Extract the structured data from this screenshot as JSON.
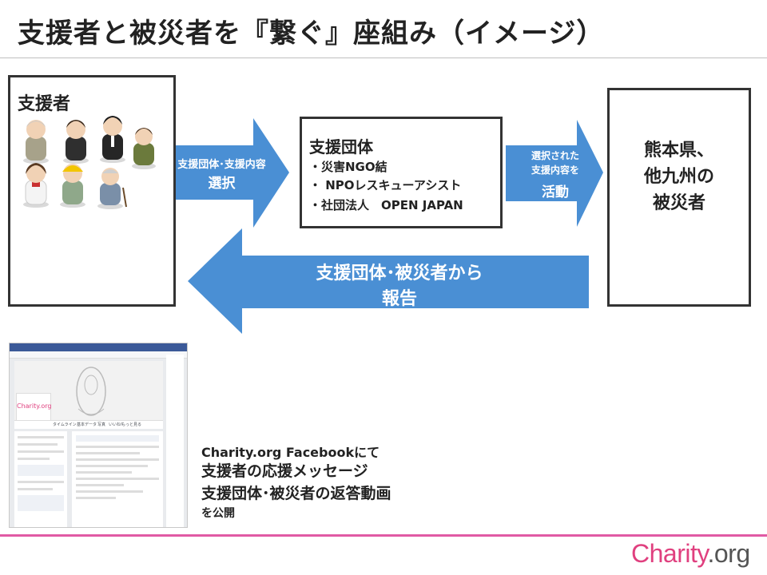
{
  "title": "支援者と被災者を『繋ぐ』座組み（イメージ）",
  "supporters": {
    "label": "支援者"
  },
  "organizations": {
    "title": "支援団体",
    "items": [
      "・災害NGO結",
      "・ NPOレスキューアシスト",
      "・社団法人　OPEN JAPAN"
    ]
  },
  "victims": {
    "lines": [
      "熊本県、",
      "他九州の",
      "被災者"
    ]
  },
  "arrow_select": {
    "line1": "支援団体･支援内容",
    "line2": "選択"
  },
  "arrow_activity": {
    "line1": "選択された",
    "line2": "支援内容を",
    "line3": "活動"
  },
  "arrow_report": {
    "line1": "支援団体･被災者から",
    "line2": "報告"
  },
  "facebook_caption": {
    "line1": "Charity.org Facebookにて",
    "line2": "支援者の応援メッセージ",
    "line3": "支援団体･被災者の返答動画",
    "line4": "を公開"
  },
  "thumbnail": {
    "logo_text": "Charity.org",
    "tabs": [
      "タイムライン",
      "基本データ",
      "写真",
      "いいね!",
      "もっと見る"
    ]
  },
  "brand": {
    "name": "Charity",
    "suffix": ".org"
  },
  "colors": {
    "arrow": "#4a8fd4",
    "accent_pink": "#e05aa4",
    "brand": "#e0407f"
  }
}
